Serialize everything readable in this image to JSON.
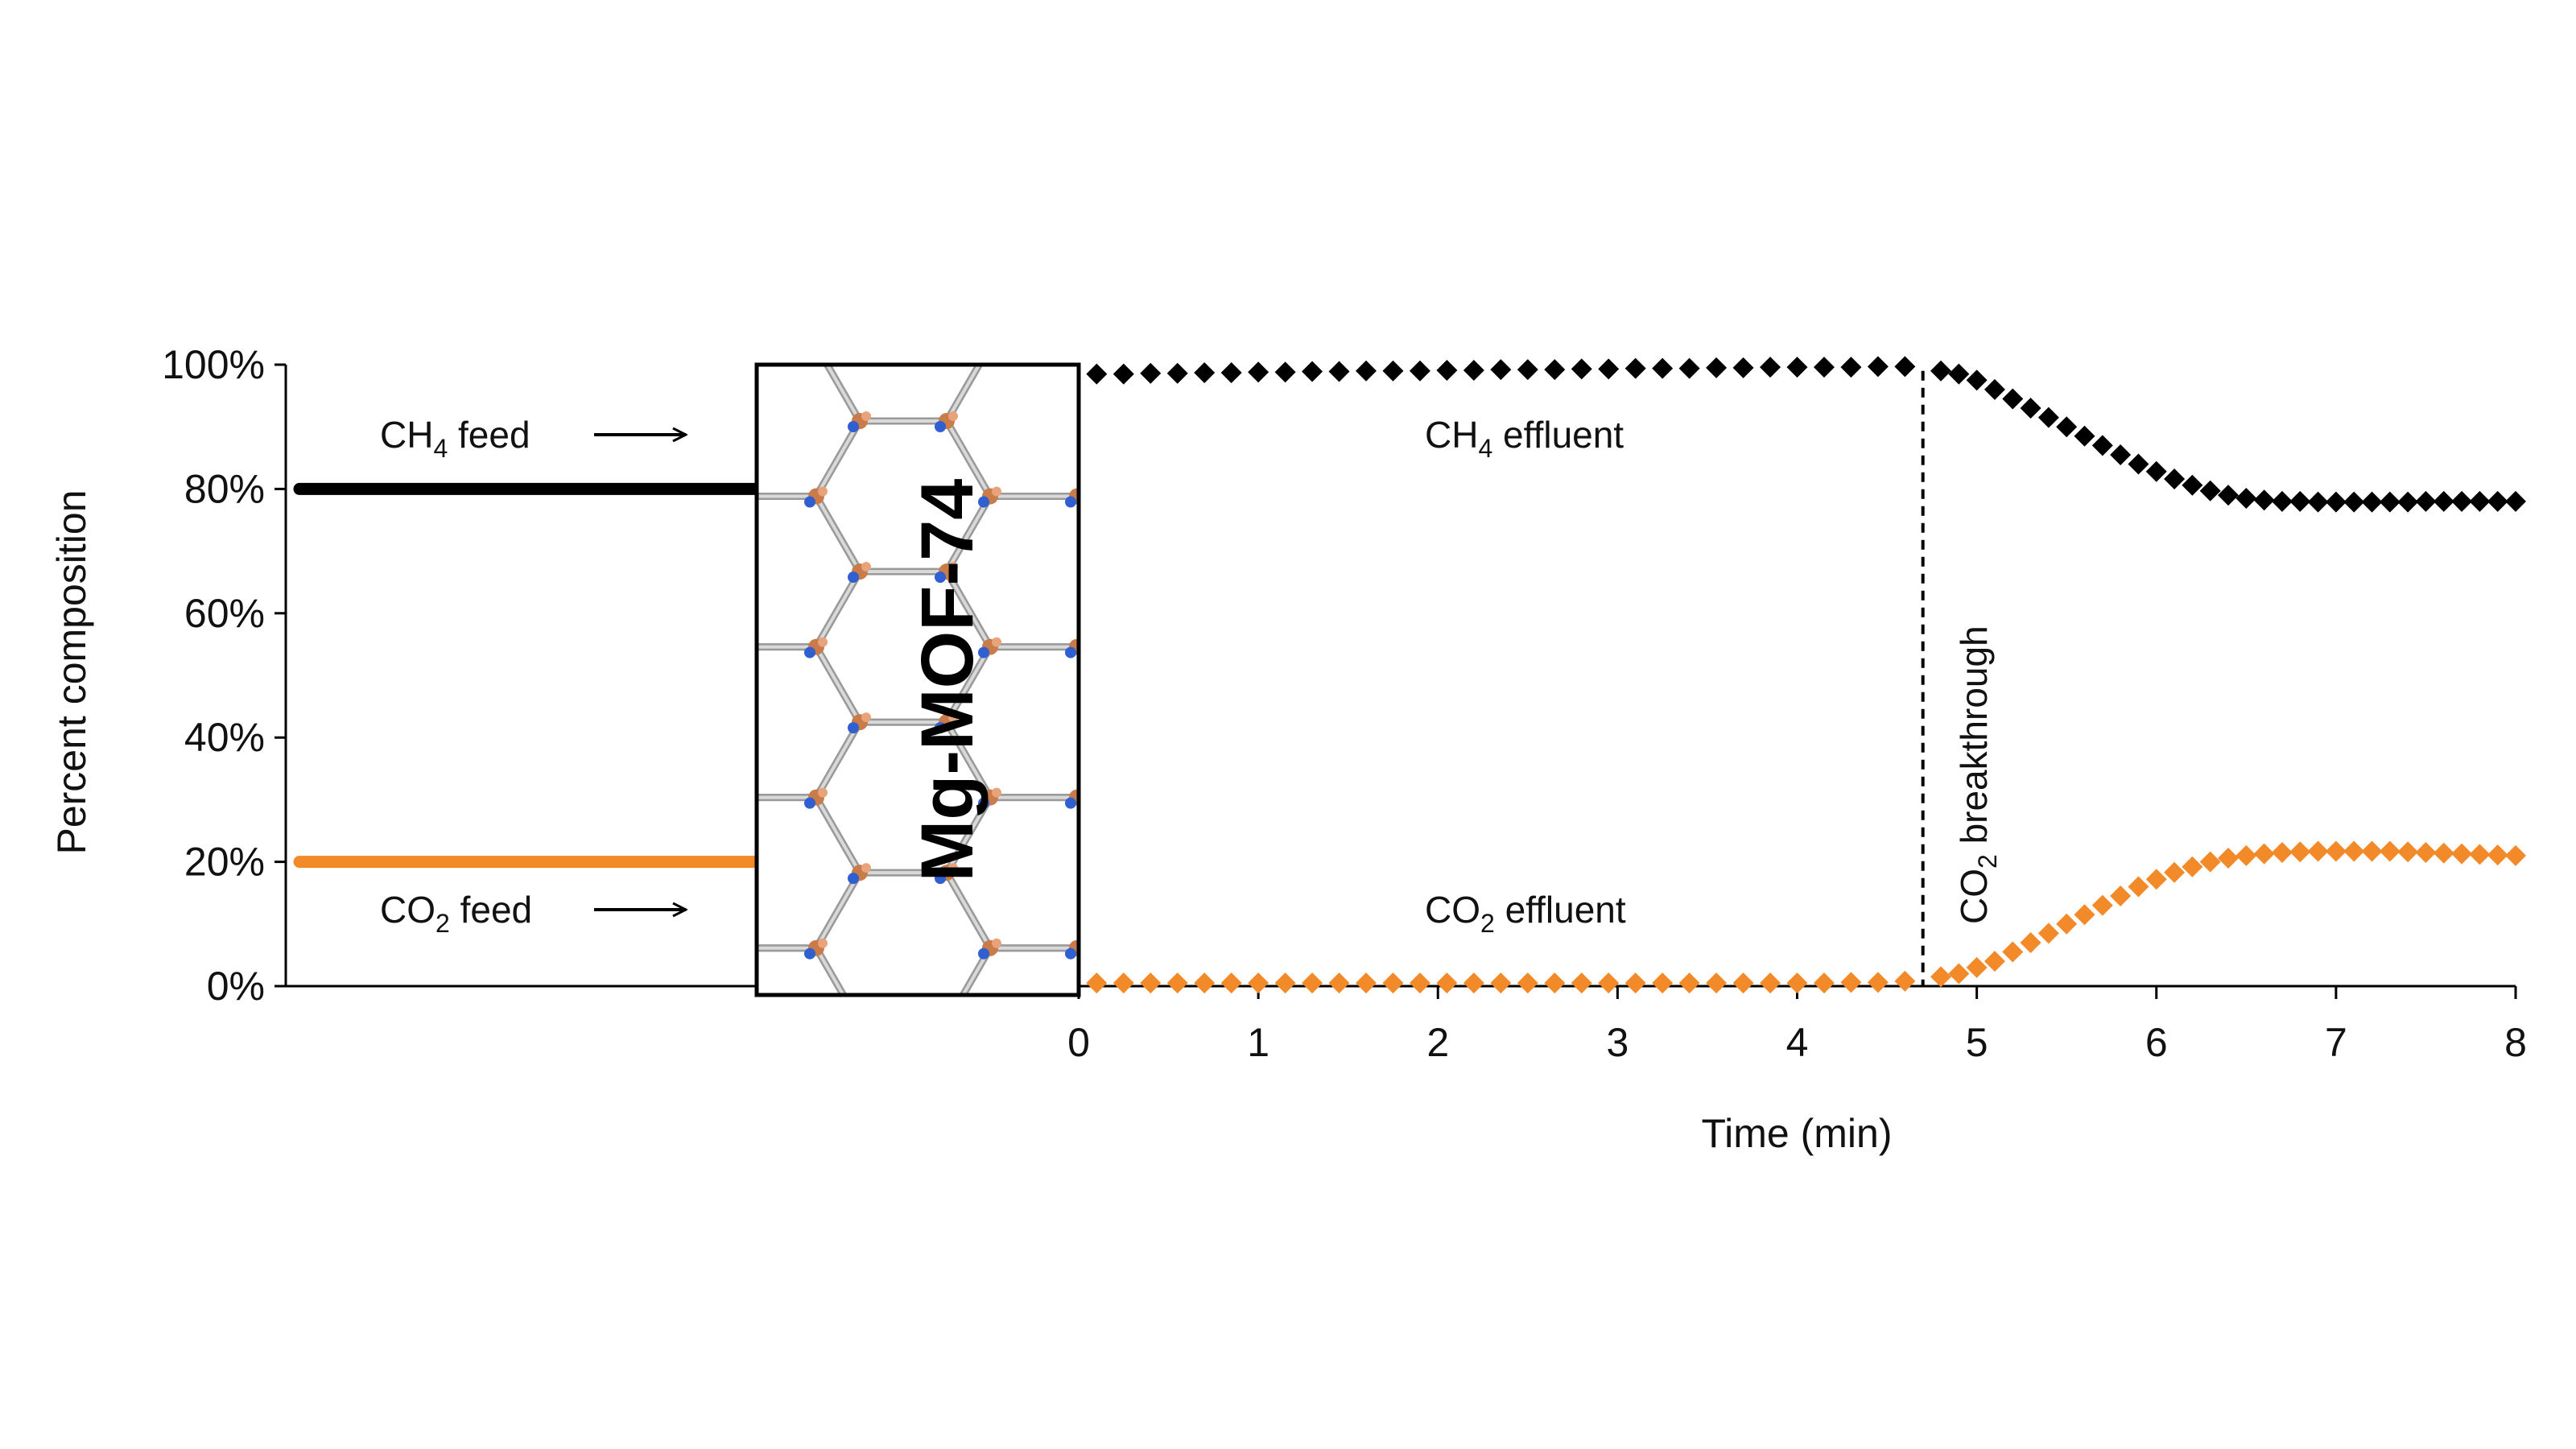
{
  "chart_data": {
    "type": "scatter",
    "title": "",
    "xlabel": "Time (min)",
    "ylabel": "Percent composition",
    "xlim": [
      0,
      8
    ],
    "ylim": [
      0,
      1
    ],
    "x_ticks": [
      "0",
      "1",
      "2",
      "3",
      "4",
      "5",
      "6",
      "7",
      "8"
    ],
    "y_ticks": [
      "0%",
      "20%",
      "40%",
      "60%",
      "80%",
      "100%"
    ],
    "feed": {
      "ch4_value": 0.8,
      "co2_value": 0.2,
      "ch4_label": {
        "pre": "CH",
        "sub": "4",
        "post": " feed"
      },
      "co2_label": {
        "pre": "CO",
        "sub": "2",
        "post": " feed"
      },
      "ch4_color": "#000000",
      "co2_color": "#f28a2a"
    },
    "column_label": "Mg-MOF-74",
    "breakthrough": {
      "time": 4.7,
      "label": {
        "pre": "CO",
        "sub": "2",
        "post": " breakthrough"
      }
    },
    "series": [
      {
        "name": "CH4 effluent",
        "label": {
          "pre": "CH",
          "sub": "4",
          "post": " effluent"
        },
        "color": "#000000",
        "marker": "diamond",
        "x": [
          0.1,
          0.25,
          0.4,
          0.55,
          0.7,
          0.85,
          1.0,
          1.15,
          1.3,
          1.45,
          1.6,
          1.75,
          1.9,
          2.05,
          2.2,
          2.35,
          2.5,
          2.65,
          2.8,
          2.95,
          3.1,
          3.25,
          3.4,
          3.55,
          3.7,
          3.85,
          4.0,
          4.15,
          4.3,
          4.45,
          4.6,
          4.8,
          4.9,
          5.0,
          5.1,
          5.2,
          5.3,
          5.4,
          5.5,
          5.6,
          5.7,
          5.8,
          5.9,
          6.0,
          6.1,
          6.2,
          6.3,
          6.4,
          6.5,
          6.6,
          6.7,
          6.8,
          6.9,
          7.0,
          7.1,
          7.2,
          7.3,
          7.4,
          7.5,
          7.6,
          7.7,
          7.8,
          7.9,
          8.0
        ],
        "y": [
          0.985,
          0.985,
          0.986,
          0.986,
          0.987,
          0.987,
          0.988,
          0.988,
          0.989,
          0.989,
          0.99,
          0.99,
          0.99,
          0.991,
          0.991,
          0.992,
          0.992,
          0.992,
          0.993,
          0.993,
          0.994,
          0.994,
          0.994,
          0.995,
          0.995,
          0.996,
          0.996,
          0.996,
          0.996,
          0.997,
          0.997,
          0.99,
          0.985,
          0.975,
          0.96,
          0.945,
          0.93,
          0.915,
          0.9,
          0.885,
          0.87,
          0.855,
          0.84,
          0.828,
          0.816,
          0.806,
          0.797,
          0.79,
          0.785,
          0.782,
          0.78,
          0.78,
          0.779,
          0.779,
          0.779,
          0.779,
          0.779,
          0.779,
          0.78,
          0.78,
          0.78,
          0.78,
          0.78,
          0.78
        ]
      },
      {
        "name": "CO2 effluent",
        "label": {
          "pre": "CO",
          "sub": "2",
          "post": " effluent"
        },
        "color": "#f28a2a",
        "marker": "diamond",
        "x": [
          0.1,
          0.25,
          0.4,
          0.55,
          0.7,
          0.85,
          1.0,
          1.15,
          1.3,
          1.45,
          1.6,
          1.75,
          1.9,
          2.05,
          2.2,
          2.35,
          2.5,
          2.65,
          2.8,
          2.95,
          3.1,
          3.25,
          3.4,
          3.55,
          3.7,
          3.85,
          4.0,
          4.15,
          4.3,
          4.45,
          4.6,
          4.8,
          4.9,
          5.0,
          5.1,
          5.2,
          5.3,
          5.4,
          5.5,
          5.6,
          5.7,
          5.8,
          5.9,
          6.0,
          6.1,
          6.2,
          6.3,
          6.4,
          6.5,
          6.6,
          6.7,
          6.8,
          6.9,
          7.0,
          7.1,
          7.2,
          7.3,
          7.4,
          7.5,
          7.6,
          7.7,
          7.8,
          7.9,
          8.0
        ],
        "y": [
          0.005,
          0.005,
          0.005,
          0.005,
          0.005,
          0.005,
          0.005,
          0.005,
          0.005,
          0.005,
          0.005,
          0.005,
          0.005,
          0.005,
          0.005,
          0.005,
          0.005,
          0.005,
          0.005,
          0.005,
          0.005,
          0.005,
          0.005,
          0.005,
          0.005,
          0.005,
          0.005,
          0.005,
          0.006,
          0.006,
          0.008,
          0.015,
          0.02,
          0.03,
          0.04,
          0.055,
          0.07,
          0.085,
          0.1,
          0.115,
          0.13,
          0.145,
          0.16,
          0.172,
          0.183,
          0.192,
          0.2,
          0.206,
          0.21,
          0.213,
          0.215,
          0.216,
          0.217,
          0.217,
          0.217,
          0.217,
          0.217,
          0.216,
          0.215,
          0.214,
          0.213,
          0.212,
          0.211,
          0.21
        ]
      }
    ]
  }
}
